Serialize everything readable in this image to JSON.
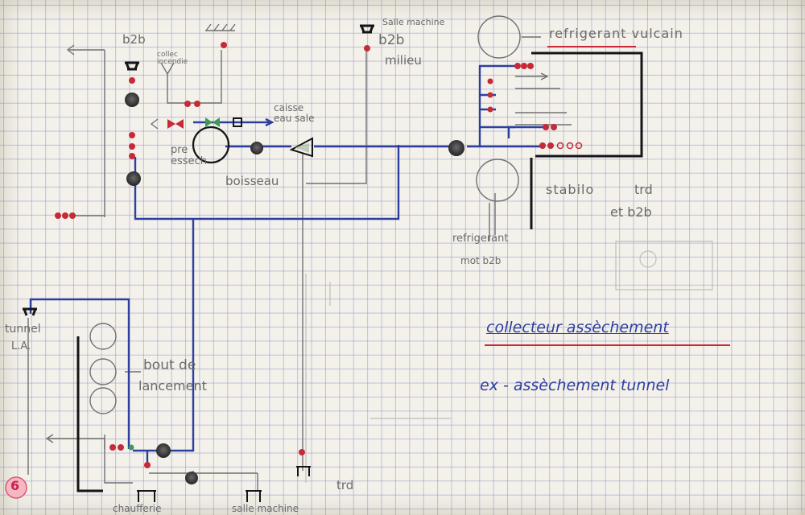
{
  "labels": {
    "b2b_top": "b2b",
    "collec_incendie": "collec\nincendie",
    "salle_machine_top": "Salle machine",
    "b2b_milieu_1": "b2b",
    "b2b_milieu_2": "milieu",
    "refrigerant_vulcain": "refrigerant vulcain",
    "caisse_eau_sale": "caisse\neau sale",
    "pre_essech": "pre\nessech",
    "boisseau": "boisseau",
    "stabilo": "stabilo",
    "trd_et_b2b_1": "trd",
    "trd_et_b2b_2": "et b2b",
    "refrigerant_mot_b2b_1": "refrigerant",
    "refrigerant_mot_b2b_2": "mot b2b",
    "tunnel_la_1": "tunnel",
    "tunnel_la_2": "L.A.",
    "bout_de_lancement_1": "bout de",
    "bout_de_lancement_2": "lancement",
    "trd_bottom": "trd",
    "chaufferie": "chaufferie",
    "salle_machine_bottom": "salle machine",
    "page_number": "6"
  },
  "notes": {
    "title": "collecteur assèchement",
    "subtitle": "ex - assèchement tunnel"
  },
  "colors": {
    "paper": "#f3f1ea",
    "grid": "#9696cd",
    "blue_ink": "#2c3fa0",
    "red_ink": "#c52a36",
    "black_ink": "#151515",
    "pencil": "#707070"
  }
}
